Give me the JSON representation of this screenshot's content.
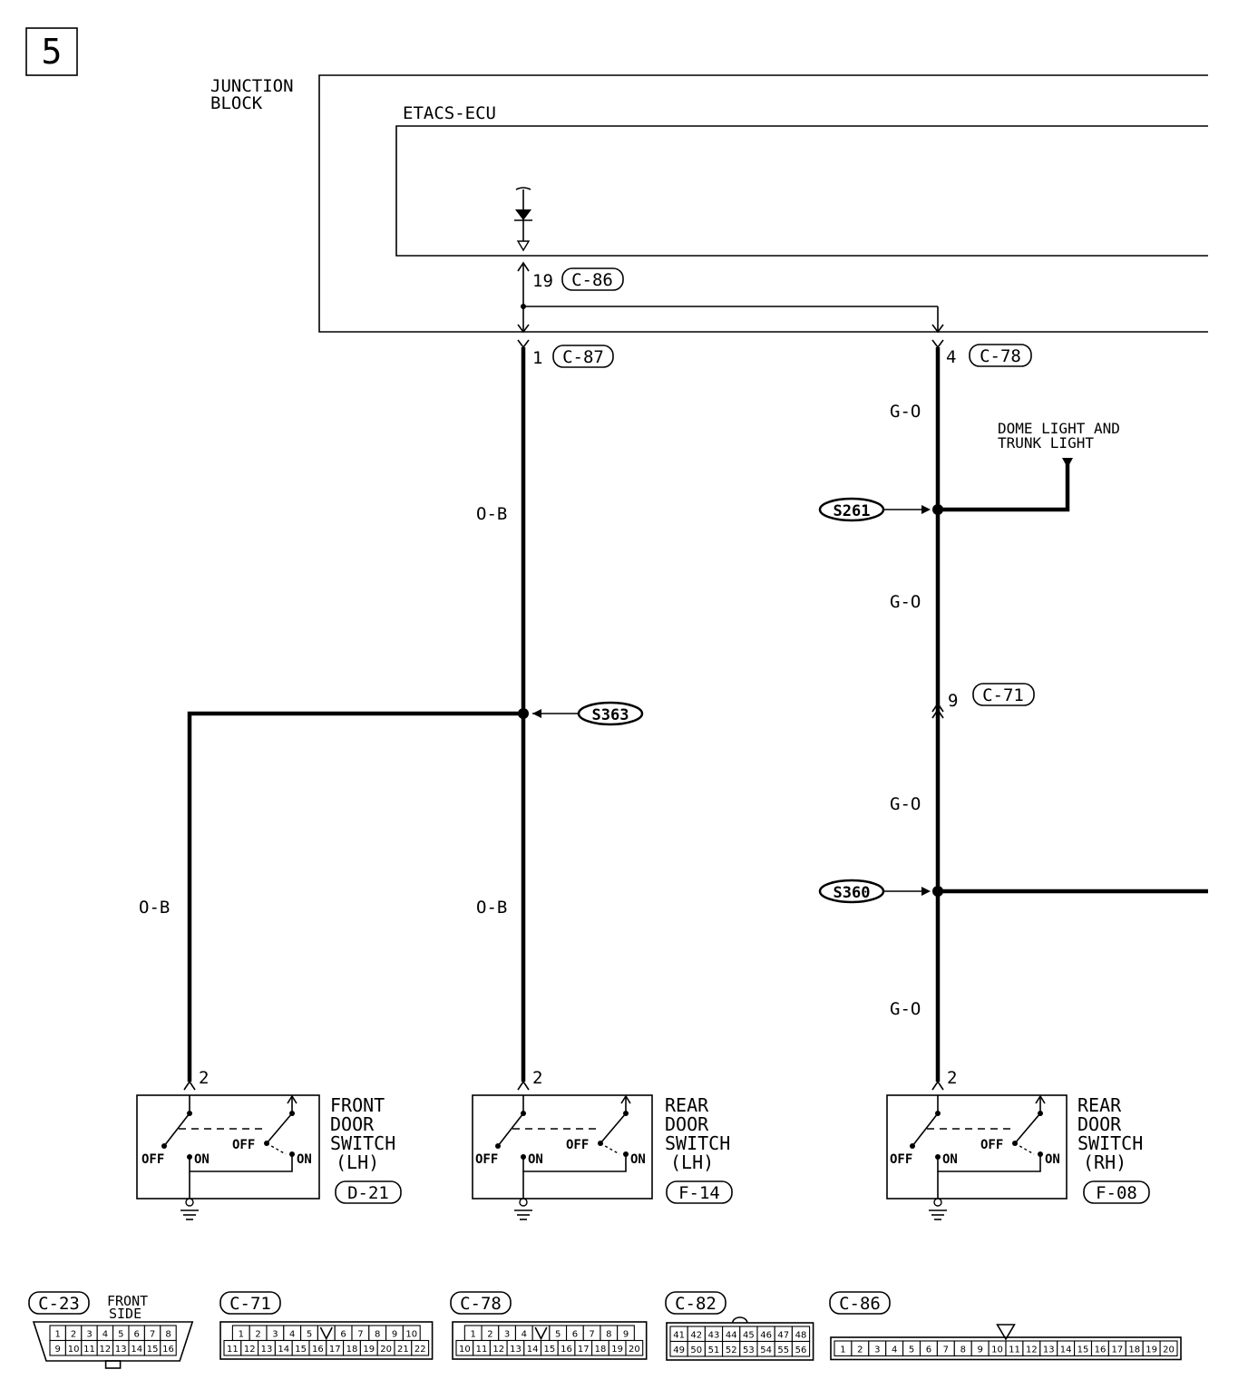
{
  "page_number": "5",
  "junction_block": [
    "JUNCTION",
    "BLOCK"
  ],
  "ecu": "ETACS-ECU",
  "connectors": {
    "c86": {
      "id": "C-86",
      "pin": "19"
    },
    "c87": {
      "id": "C-87",
      "pin": "1"
    },
    "c78": {
      "id": "C-78",
      "pin": "4"
    },
    "c71": {
      "id": "C-71",
      "pin": "9"
    }
  },
  "wire_colors": {
    "left": "O-B",
    "right": "G-O"
  },
  "splices": {
    "s261": "S261",
    "s363": "S363",
    "s360": "S360"
  },
  "dome_light": [
    "DOME LIGHT AND",
    "TRUNK LIGHT"
  ],
  "switches": [
    {
      "name": [
        "FRONT",
        "DOOR",
        "SWITCH",
        "(LH)"
      ],
      "connector": "D-21",
      "pin": "2",
      "off": "OFF",
      "on": "ON"
    },
    {
      "name": [
        "REAR",
        "DOOR",
        "SWITCH",
        "(LH)"
      ],
      "connector": "F-14",
      "pin": "2",
      "off": "OFF",
      "on": "ON"
    },
    {
      "name": [
        "REAR",
        "DOOR",
        "SWITCH",
        "(RH)"
      ],
      "connector": "F-08",
      "pin": "2",
      "off": "OFF",
      "on": "ON"
    }
  ],
  "connector_views": [
    {
      "id": "C-23",
      "note": [
        "FRONT",
        "SIDE"
      ],
      "rows": [
        [
          "1",
          "2",
          "3",
          "4",
          "5",
          "6",
          "7",
          "8"
        ],
        [
          "9",
          "10",
          "11",
          "12",
          "13",
          "14",
          "15",
          "16"
        ]
      ]
    },
    {
      "id": "C-71",
      "rows": [
        [
          "1",
          "2",
          "3",
          "4",
          "5",
          "",
          "6",
          "7",
          "8",
          "9",
          "10"
        ],
        [
          "11",
          "12",
          "13",
          "14",
          "15",
          "16",
          "17",
          "18",
          "19",
          "20",
          "21",
          "22"
        ]
      ]
    },
    {
      "id": "C-78",
      "rows": [
        [
          "1",
          "2",
          "3",
          "4",
          "",
          "5",
          "6",
          "7",
          "8",
          "9"
        ],
        [
          "10",
          "11",
          "12",
          "13",
          "14",
          "15",
          "16",
          "17",
          "18",
          "19",
          "20"
        ]
      ]
    },
    {
      "id": "C-82",
      "rows": [
        [
          "41",
          "42",
          "43",
          "44",
          "45",
          "46",
          "47",
          "48"
        ],
        [
          "49",
          "50",
          "51",
          "52",
          "53",
          "54",
          "55",
          "56"
        ]
      ]
    },
    {
      "id": "C-86",
      "rows": [
        [
          "1",
          "2",
          "3",
          "4",
          "5",
          "6",
          "7",
          "8",
          "9",
          "10",
          "11",
          "12",
          "13",
          "14",
          "15",
          "16",
          "17",
          "18",
          "19",
          "20"
        ]
      ]
    }
  ]
}
